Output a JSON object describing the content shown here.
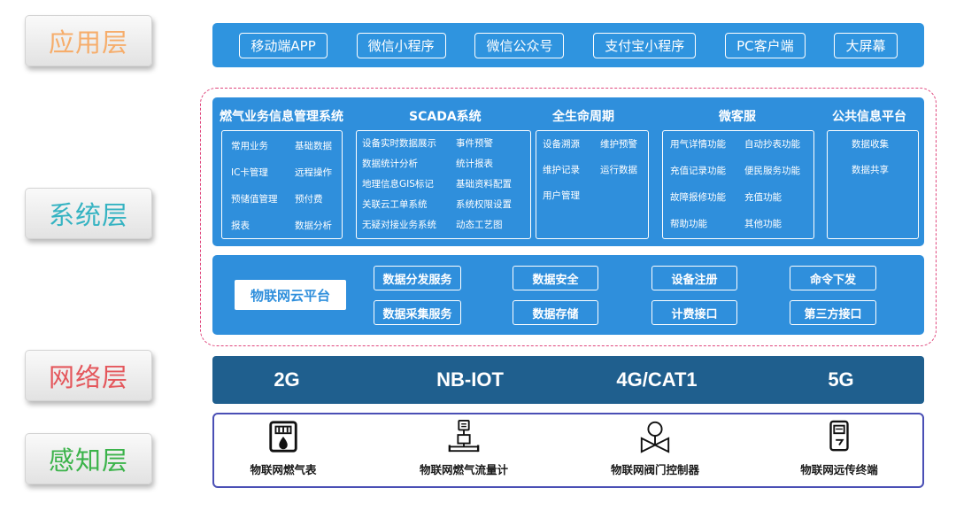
{
  "layers": {
    "app": "应用层",
    "system": "系统层",
    "network": "网络层",
    "perception": "感知层"
  },
  "layer_colors": {
    "app": "#f6ad6b",
    "system": "#35b3c2",
    "network": "#e4575c",
    "perception": "#3bb34a"
  },
  "app_layer": {
    "items": [
      "移动端APP",
      "微信小程序",
      "微信公众号",
      "支付宝小程序",
      "PC客户端",
      "大屏幕"
    ]
  },
  "system_layer": {
    "gas_mis": {
      "title": "燃气业务信息管理系统",
      "items": [
        "常用业务",
        "基础数据",
        "IC卡管理",
        "远程操作",
        "预储值管理",
        "预付费",
        "报表",
        "数据分析"
      ]
    },
    "scada": {
      "title": "SCADA系统",
      "items": [
        "设备实时数据展示",
        "事件预警",
        "数据统计分析",
        "统计报表",
        "地理信息GIS标记",
        "基础资料配置",
        "关联云工单系统",
        "系统权限设置",
        "无疑对接业务系统",
        "动态工艺图"
      ]
    },
    "lifecycle": {
      "title": "全生命周期",
      "items": [
        "设备溯源",
        "维护预警",
        "维护记录",
        "运行数据",
        "用户管理"
      ]
    },
    "micro_service": {
      "title": "微客服",
      "items": [
        "用气详情功能",
        "自动抄表功能",
        "充值记录功能",
        "便民服务功能",
        "故障报修功能",
        "充值功能",
        "帮助功能",
        "其他功能"
      ]
    },
    "public_info": {
      "title": "公共信息平台",
      "items": [
        "数据收集",
        "数据共享"
      ]
    }
  },
  "iot_platform": {
    "name": "物联网云平台",
    "services": [
      "数据分发服务",
      "数据采集服务",
      "数据安全",
      "数据存储",
      "设备注册",
      "计费接口",
      "命令下发",
      "第三方接口"
    ]
  },
  "network_layer": {
    "items": [
      "2G",
      "NB-IOT",
      "4G/CAT1",
      "5G"
    ]
  },
  "perception_layer": {
    "items": [
      {
        "label": "物联网燃气表",
        "icon": "gas-meter-icon"
      },
      {
        "label": "物联网燃气流量计",
        "icon": "flow-meter-icon"
      },
      {
        "label": "物联网阀门控制器",
        "icon": "valve-controller-icon"
      },
      {
        "label": "物联网远传终端",
        "icon": "remote-terminal-icon"
      }
    ]
  }
}
